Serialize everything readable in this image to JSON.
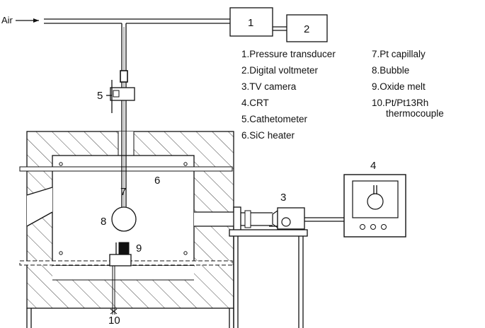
{
  "air_label": "Air",
  "box_labels": {
    "b1": "1",
    "b2": "2",
    "b3": "3",
    "b4": "4",
    "b5": "5",
    "b6": "6",
    "b7": "7",
    "b8": "8",
    "b9": "9",
    "b10": "10"
  },
  "legend": {
    "left": [
      "1.Pressure transducer",
      "2.Digital voltmeter",
      "3.TV camera",
      "4.CRT",
      "5.Cathetometer",
      "6.SiC heater"
    ],
    "right": [
      "7.Pt capillaly",
      "8.Bubble",
      "9.Oxide melt",
      "10.Pt/Pt13Rh",
      "thermocouple"
    ]
  }
}
